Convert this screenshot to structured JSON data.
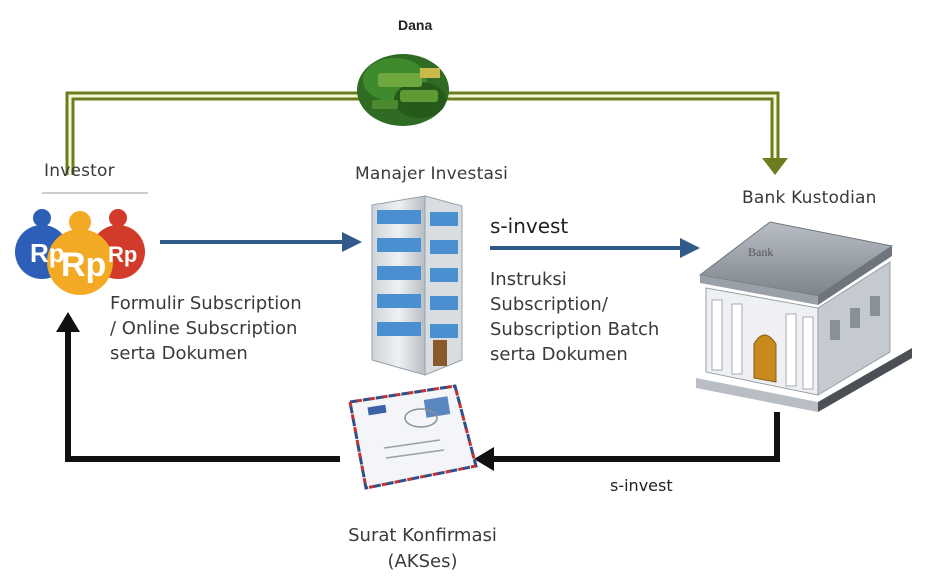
{
  "flows": {
    "dana": "Dana",
    "s_invest_top": "s-invest",
    "s_invest_bottom": "s-invest"
  },
  "nodes": {
    "investor": {
      "label": "Investor",
      "icon": "money-bags-rp-icon",
      "bag_text": "Rp"
    },
    "manajer_investasi": {
      "label": "Manajer Investasi",
      "icon": "office-building-icon"
    },
    "bank_kustodian": {
      "label": "Bank Kustodian",
      "icon": "bank-building-icon",
      "sign_text": "Bank"
    }
  },
  "documents": {
    "formulir": "Formulir Subscription\n/ Online Subscription\nserta Dokumen",
    "instruksi": "Instruksi\nSubscription/\nSubscription Batch\nserta Dokumen"
  },
  "confirmation": {
    "label": "Surat Konfirmasi\n(AKSes)",
    "icon": "envelope-icon"
  },
  "colors": {
    "olive_arrow": "#6b7d1c",
    "blue_arrow": "#2f5a8a",
    "black_arrow": "#111111",
    "money_green": "#2f6b22"
  }
}
